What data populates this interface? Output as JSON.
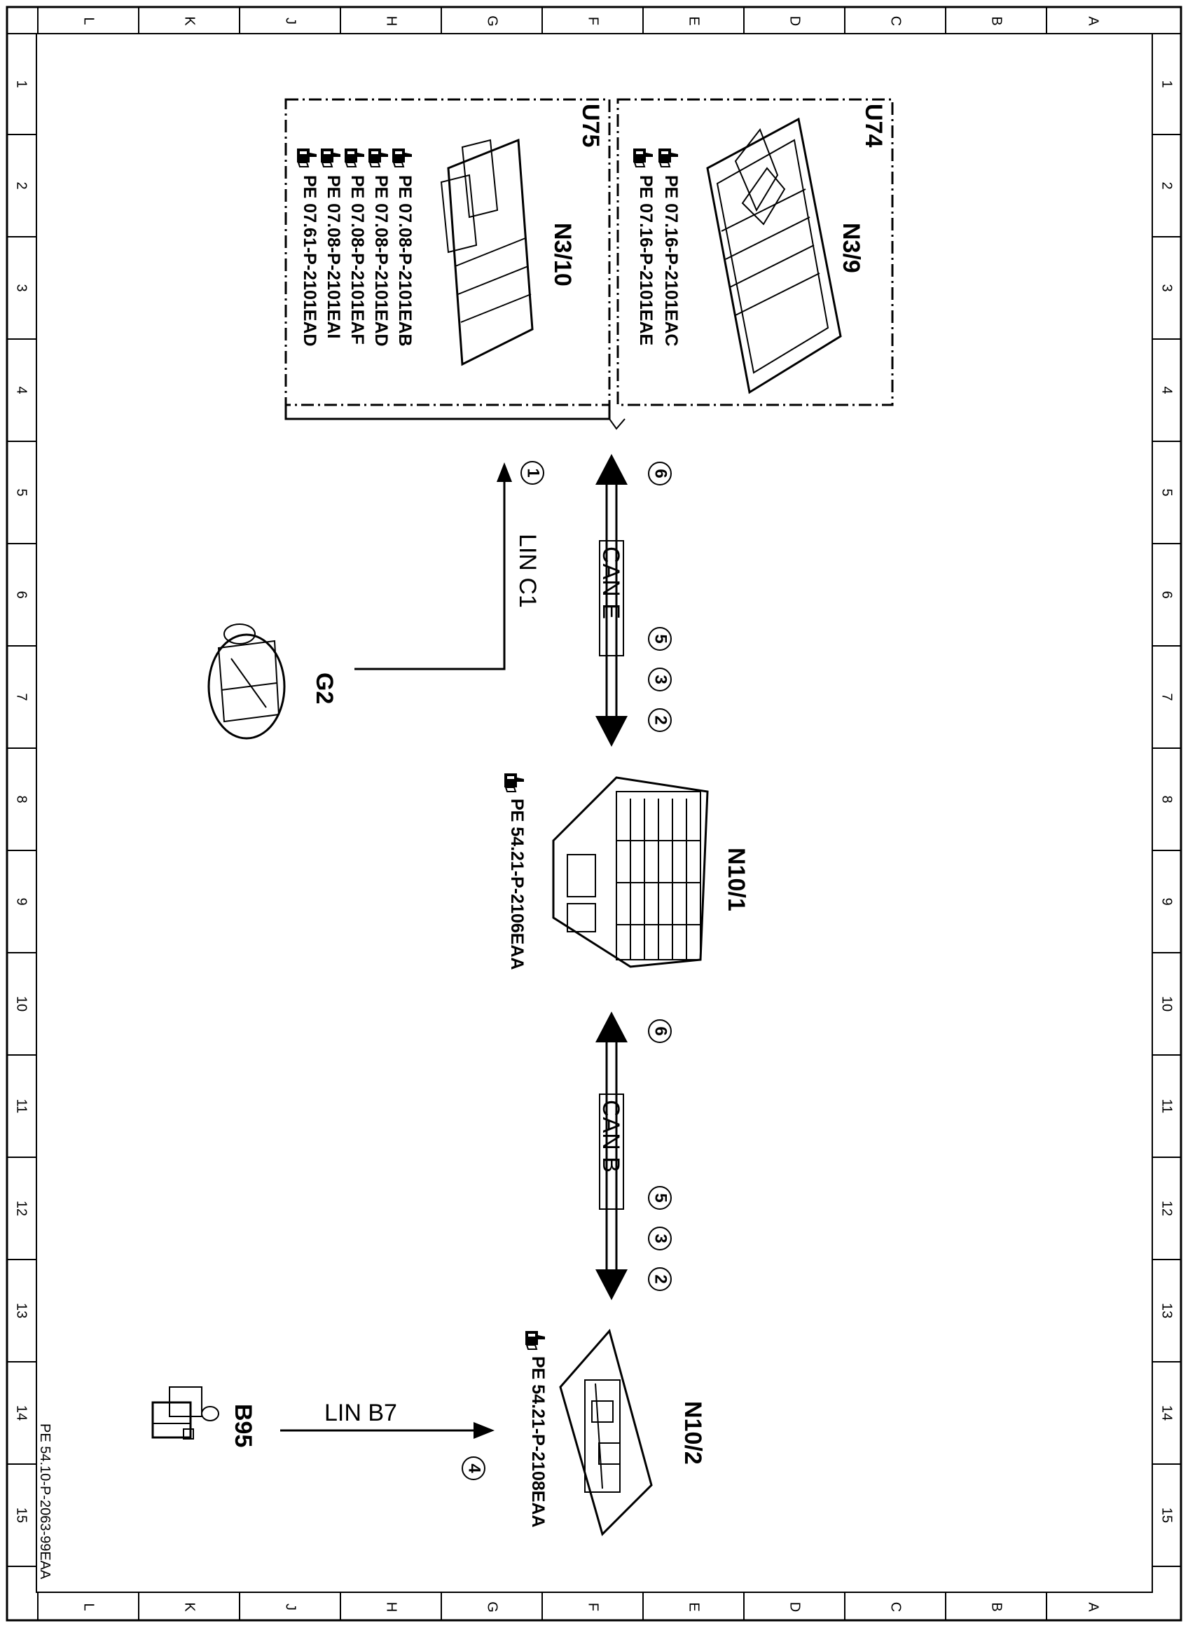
{
  "frame": {
    "column_letters": [
      "A",
      "B",
      "C",
      "D",
      "E",
      "F",
      "G",
      "H",
      "J",
      "K",
      "L"
    ],
    "row_numbers": [
      "1",
      "2",
      "3",
      "4",
      "5",
      "6",
      "7",
      "8",
      "9",
      "10",
      "11",
      "12",
      "13",
      "14",
      "15"
    ]
  },
  "components": {
    "u74": {
      "group_label": "U74",
      "id": "N3/9",
      "refs": [
        "PE 07.16-P-2101EAC",
        "PE 07.16-P-2101EAE"
      ]
    },
    "u75": {
      "group_label": "U75",
      "id": "N3/10",
      "refs": [
        "PE 07.08-P-2101EAB",
        "PE 07.08-P-2101EAD",
        "PE 07.08-P-2101EAF",
        "PE 07.08-P-2101EAI",
        "PE 07.61-P-2101EAD"
      ]
    },
    "g2": {
      "id": "G2"
    },
    "n10_1": {
      "id": "N10/1",
      "ref": "PE 54.21-P-2106EAA"
    },
    "n10_2": {
      "id": "N10/2",
      "ref": "PE 54.21-P-2108EAA"
    },
    "b95": {
      "id": "B95"
    }
  },
  "buses": {
    "lin_c1": {
      "label": "LIN C1",
      "markers": [
        "1"
      ]
    },
    "can_e": {
      "label": "CAN E",
      "markers_top": [
        "6"
      ],
      "markers_bottom": [
        "5",
        "3",
        "2"
      ]
    },
    "can_b": {
      "label": "CAN B",
      "markers_top": [
        "6"
      ],
      "markers_bottom": [
        "5",
        "3",
        "2"
      ]
    },
    "lin_b7": {
      "label": "LIN B7",
      "markers": [
        "4"
      ]
    }
  },
  "footer": {
    "doc_ref": "PE 54.10-P-2063-99EAA"
  },
  "icons": {
    "reference": "pointing-hand-icon"
  },
  "colors": {
    "ink": "#000000",
    "paper": "#ffffff"
  }
}
